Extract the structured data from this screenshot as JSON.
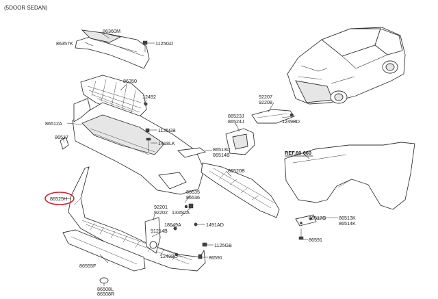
{
  "header": {
    "variant": "(5DOOR SEDAN)"
  },
  "reference": {
    "text": "REF.60-660"
  },
  "highlight": {
    "label": "86525H",
    "color": "#d0202a"
  },
  "labels": {
    "p86360M": "86360M",
    "p86357K": "86357K",
    "p1125GD": "1125GD",
    "p86350": "86350",
    "p12492": "12492",
    "p86512A": "86512A",
    "p1125GB_a": "1125GB",
    "p86517_a": "86517",
    "p1418LK": "1418LK",
    "p92207": "92207",
    "p92208": "92208",
    "p86523J": "86523J",
    "p86524J": "86524J",
    "p1249BD_a": "1249BD",
    "p86513U": "86513U",
    "p86514B": "86514B",
    "p86520B": "86520B",
    "p86535": "86535",
    "p86536": "86536",
    "p92201": "92201",
    "p92202": "92202",
    "p1335CA": "1335CA",
    "p18649A": "18649A",
    "p1491AD": "1491AD",
    "p91214B": "91214B",
    "p1125GB_b": "1125GB",
    "p1249BD_b": "1249BD",
    "p86591_a": "86591",
    "p86555F": "86555F",
    "p86508L": "86508L",
    "p86508R": "86508R",
    "p86517G": "86517G",
    "p86513K": "86513K",
    "p86514K": "86514K",
    "p86591_b": "86591"
  }
}
